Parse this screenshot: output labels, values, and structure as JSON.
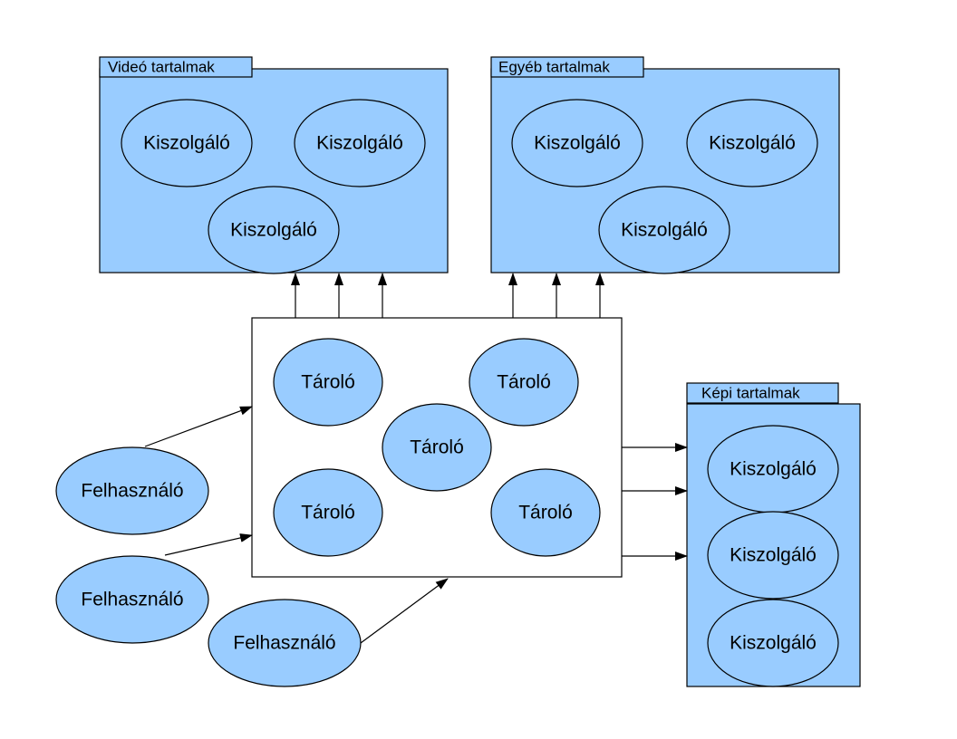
{
  "groups": {
    "video": {
      "title": "Videó tartalmak",
      "servers": [
        "Kiszolgáló",
        "Kiszolgáló",
        "Kiszolgáló"
      ]
    },
    "other": {
      "title": "Egyéb tartalmak",
      "servers": [
        "Kiszolgáló",
        "Kiszolgáló",
        "Kiszolgáló"
      ]
    },
    "image": {
      "title": "Képi tartalmak",
      "servers": [
        "Kiszolgáló",
        "Kiszolgáló",
        "Kiszolgáló"
      ]
    }
  },
  "storage": {
    "nodes": [
      "Tároló",
      "Tároló",
      "Tároló",
      "Tároló",
      "Tároló"
    ]
  },
  "users": [
    "Felhasználó",
    "Felhasználó",
    "Felhasználó"
  ],
  "colors": {
    "node_fill": "#99ccff",
    "box_fill": "#99ccff",
    "line": "#000000"
  }
}
